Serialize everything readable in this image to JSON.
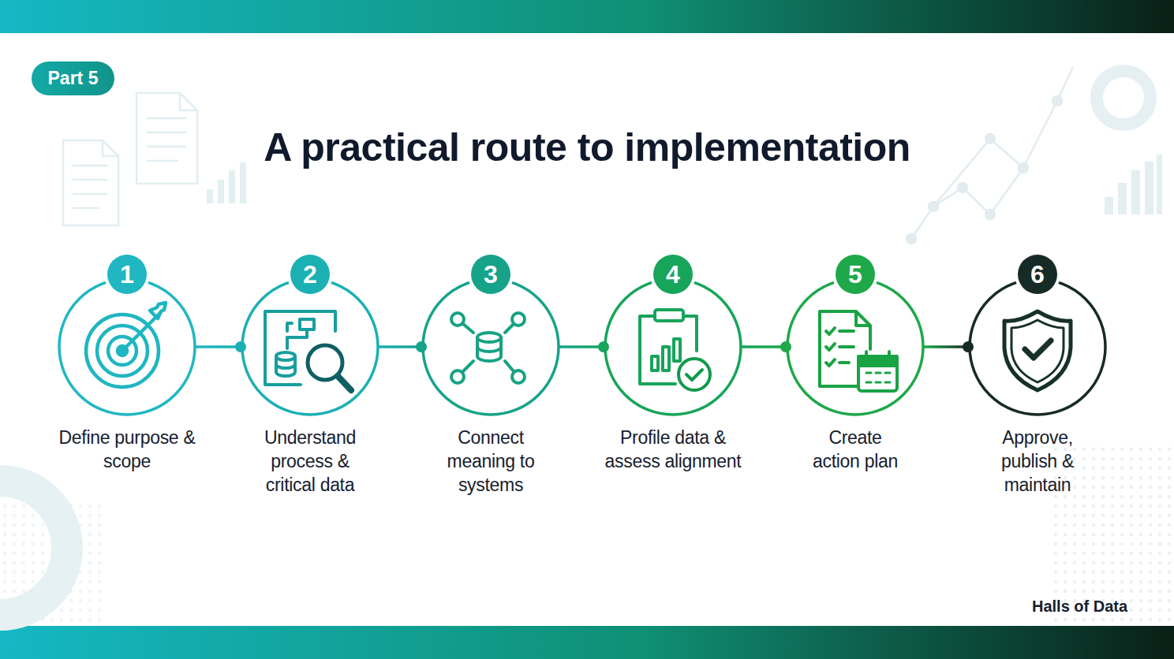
{
  "diagram": {
    "title": "A practical route to implementation",
    "nodes": [
      {
        "text": [
          "1",
          "Define purpose & scope"
        ]
      },
      {
        "text": [
          "2",
          "Understand process & critical data"
        ]
      },
      {
        "text": [
          "3",
          "Connect meaning to systems"
        ]
      },
      {
        "text": [
          "4",
          "Profile data & assess alignment"
        ]
      },
      {
        "text": [
          "5",
          "Create action plan"
        ]
      },
      {
        "text": [
          "6",
          "Approve, publish & maintain"
        ]
      }
    ],
    "edges": [
      {
        "from": 0,
        "to": 1,
        "arrow": "none"
      },
      {
        "from": 1,
        "to": 2,
        "arrow": "none"
      },
      {
        "from": 2,
        "to": 3,
        "arrow": "none"
      },
      {
        "from": 3,
        "to": 4,
        "arrow": "none"
      },
      {
        "from": 4,
        "to": 5,
        "arrow": "none"
      }
    ],
    "labels": [
      "Part 5",
      "Halls of Data"
    ]
  }
}
